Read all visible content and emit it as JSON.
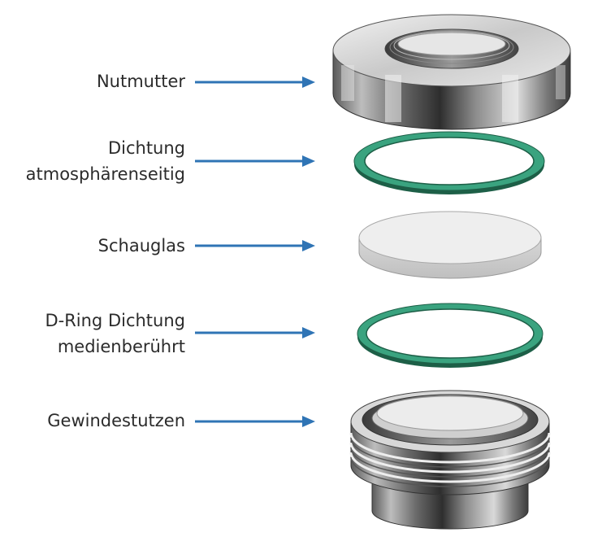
{
  "labels": {
    "nutmutter": [
      "Nutmutter"
    ],
    "dichtung_atmo": [
      "Dichtung",
      "atmosphärenseitig"
    ],
    "schauglas": [
      "Schauglas"
    ],
    "dring": [
      "D-Ring Dichtung",
      "medienberührt"
    ],
    "gewindestutzen": [
      "Gewindestutzen"
    ]
  },
  "colors": {
    "arrow": "#2f74b5",
    "seal_green": "#3aa37f",
    "seal_edge": "#1d5f47",
    "glass": "#eeeeee",
    "metal_light": "#d6d6d6",
    "metal_dark": "#3a3a3a"
  }
}
